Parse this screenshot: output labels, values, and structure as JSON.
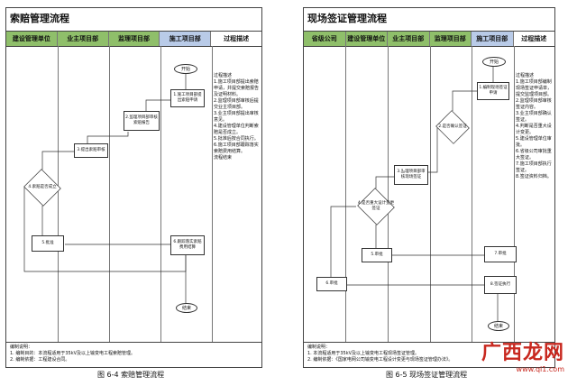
{
  "page1": {
    "title": "索赔管理流程",
    "columns": [
      "建设管理单位",
      "业主项目部",
      "监理项目部",
      "施工项目部",
      "过程描述"
    ],
    "steps": {
      "start": "开始",
      "s1": "1.施工项目部提出索赔申请",
      "s2": "2.监理项目部审核索赔报告",
      "s3": "3.提出索赔审核",
      "s4": "4.索赔是否成立",
      "s5": "5.批准",
      "s6": "6.跟踪落实索赔费用结算",
      "end": "结束"
    },
    "description": "过程描述\n1.施工项目部提出索赔申请，并提交索赔报告及证明材料。\n2.监理项目部审核后提交业主项目部。\n3.业主项目部提出审核意见。\n4.建设管理单位判断索赔是否成立。\n5.批准后按合同执行。\n6.施工项目部跟踪落实索赔费用结算。\n流程结束",
    "notes_label": "编制说明：",
    "notes": [
      "1. 编制目的：本流程适用于35kV及以上输变电工程索赔管理。",
      "2. 编制依据：工程建设合同。"
    ],
    "caption": "图 6-4    索赔管理流程"
  },
  "page2": {
    "title": "现场签证管理流程",
    "columns": [
      "省级公司",
      "建设管理单位",
      "业主项目部",
      "监理项目部",
      "施工项目部",
      "过程描述"
    ],
    "steps": {
      "start": "开始",
      "s1": "1.编制现场签证申请",
      "s2": "2.是否确认签证",
      "s3": "3.监理项目部审核现场签证",
      "s4": "4.是否重大设计变更签证",
      "s5": "5.审批",
      "s6": "6.审批",
      "s7": "7.审批",
      "s8": "8.签证执行",
      "end": "结束"
    },
    "description": "过程描述\n1.施工项目部编制现场签证申请单，提交监理项目部。\n2.监理项目部审核签证内容。\n3.业主项目部确认签证。\n4.判断是否重大设计变更。\n5.建设管理单位审批。\n6.省级公司审批重大签证。\n7.施工项目部执行签证。\n8.签证资料归档。",
    "notes_label": "编制说明：",
    "notes": [
      "1. 本流程适用于35kV及以上输变电工程现场签证管理。",
      "2. 编制依据：《国家电网公司输变电工程设计变更与现场签证管理办法》。"
    ],
    "caption": "图 6-5    现场签证管理流程"
  },
  "watermark": {
    "big": "广西龙网",
    "small": "www.ql1.com"
  },
  "colors": {
    "header_green": "#8fbf6a",
    "header_blue": "#b9cbe8",
    "watermark_red": "#c8281f"
  }
}
